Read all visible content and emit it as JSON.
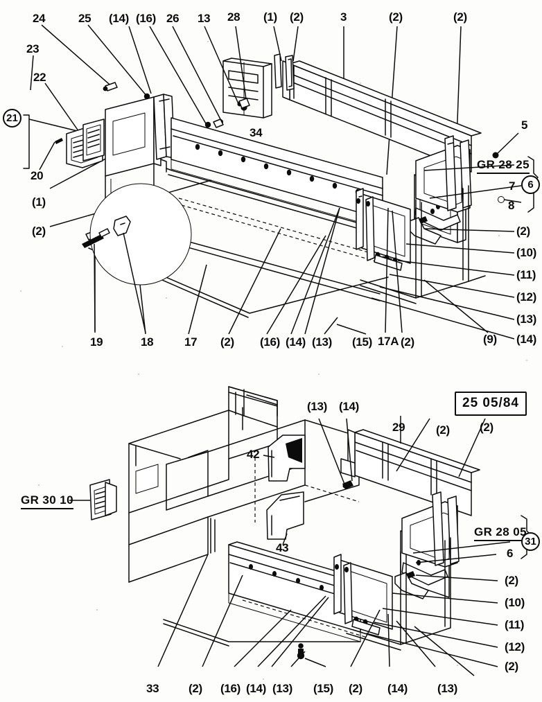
{
  "document": {
    "type": "exploded parts diagram",
    "date_stamp": "25 05/84"
  },
  "top_diagram": {
    "group_codes": [
      {
        "code": "GR 28 25"
      }
    ],
    "circled_markers": [
      {
        "id": "21"
      },
      {
        "id": "6"
      }
    ],
    "top_labels": [
      {
        "text": "24"
      },
      {
        "text": "25"
      },
      {
        "text": "(14)"
      },
      {
        "text": "(16)"
      },
      {
        "text": "26"
      },
      {
        "text": "13"
      },
      {
        "text": "28"
      },
      {
        "text": "(1)"
      },
      {
        "text": "(2)"
      },
      {
        "text": "3"
      },
      {
        "text": "(2)"
      },
      {
        "text": "(2)"
      }
    ],
    "left_labels": [
      {
        "text": "23"
      },
      {
        "text": "22"
      },
      {
        "text": "20"
      },
      {
        "text": "(1)"
      },
      {
        "text": "(2)"
      }
    ],
    "inner_labels": [
      {
        "text": "34"
      }
    ],
    "right_labels": [
      {
        "text": "5"
      },
      {
        "text": "7"
      },
      {
        "text": "8"
      },
      {
        "text": "(2)"
      },
      {
        "text": "(10)"
      },
      {
        "text": "(11)"
      },
      {
        "text": "(12)"
      },
      {
        "text": "(13)"
      },
      {
        "text": "(14)"
      }
    ],
    "bottom_labels": [
      {
        "text": "19"
      },
      {
        "text": "18"
      },
      {
        "text": "17"
      },
      {
        "text": "(2)"
      },
      {
        "text": "(16)"
      },
      {
        "text": "(14)"
      },
      {
        "text": "(13)"
      },
      {
        "text": "(15)"
      },
      {
        "text": "17A"
      },
      {
        "text": "(2)"
      },
      {
        "text": "(9)"
      }
    ]
  },
  "bottom_diagram": {
    "group_codes": [
      {
        "code": "GR 30 10"
      },
      {
        "code": "GR 28 05"
      }
    ],
    "circled_markers": [
      {
        "id": "31"
      }
    ],
    "top_labels": [
      {
        "text": "(13)"
      },
      {
        "text": "(14)"
      },
      {
        "text": "29"
      },
      {
        "text": "(2)"
      },
      {
        "text": "(2)"
      }
    ],
    "part_labels": [
      {
        "text": "42"
      },
      {
        "text": "43"
      },
      {
        "text": "33"
      }
    ],
    "right_labels": [
      {
        "text": "6"
      },
      {
        "text": "(2)"
      },
      {
        "text": "(10)"
      },
      {
        "text": "(11)"
      },
      {
        "text": "(12)"
      },
      {
        "text": "(2)"
      },
      {
        "text": "(13)"
      }
    ],
    "bottom_labels": [
      {
        "text": "(2)"
      },
      {
        "text": "(16)"
      },
      {
        "text": "(14)"
      },
      {
        "text": "(13)"
      },
      {
        "text": "(15)"
      },
      {
        "text": "(2)"
      },
      {
        "text": "(14)"
      },
      {
        "text": "(13)"
      }
    ]
  },
  "colors": {
    "ink": "#0b0b0b",
    "paper": "#fdfdfb"
  }
}
